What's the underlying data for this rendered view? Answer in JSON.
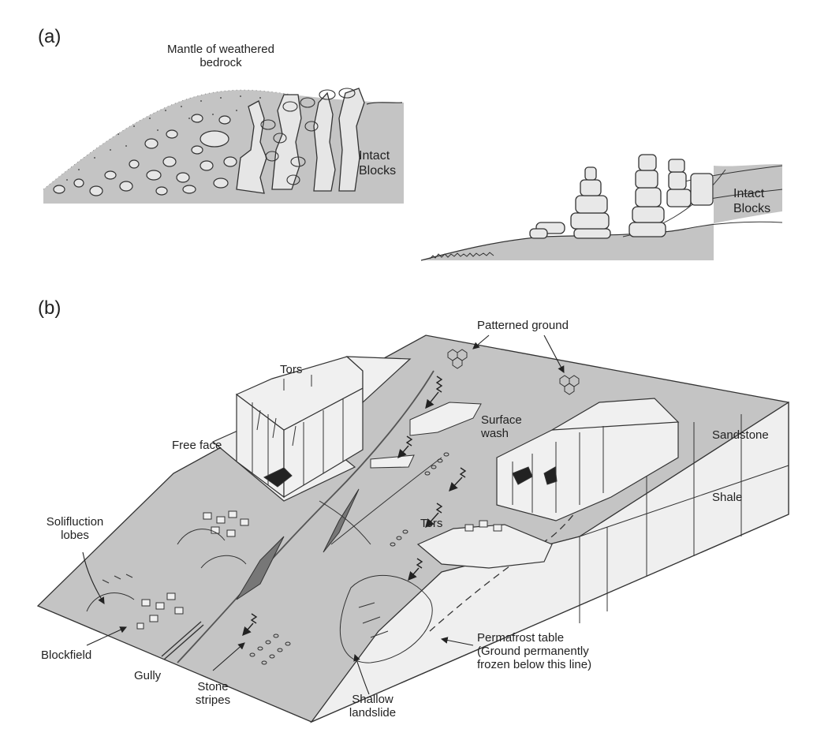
{
  "panels": {
    "a": {
      "letter": "(a)",
      "mantle": "Mantle of weathered\nbedrock",
      "intact_left": "Intact\nBlocks",
      "intact_right": "Intact\nBlocks"
    },
    "b": {
      "letter": "(b)",
      "patterned_ground": "Patterned ground",
      "tors_top": "Tors",
      "free_face": "Free face",
      "surface_wash": "Surface\nwash",
      "sandstone": "Sandstone",
      "shale": "Shale",
      "solifluction": "Solifluction\nlobes",
      "tors_mid": "Tors",
      "blockfield": "Blockfield",
      "gully": "Gully",
      "stone_stripes": "Stone\nstripes",
      "shallow_landslide": "Shallow\nlandslide",
      "permafrost": "Permafrost table\n(Ground permanently\nfrozen below this line)"
    }
  },
  "colors": {
    "ground": "#c4c4c4",
    "rock": "#efefef",
    "ink": "#222222"
  }
}
